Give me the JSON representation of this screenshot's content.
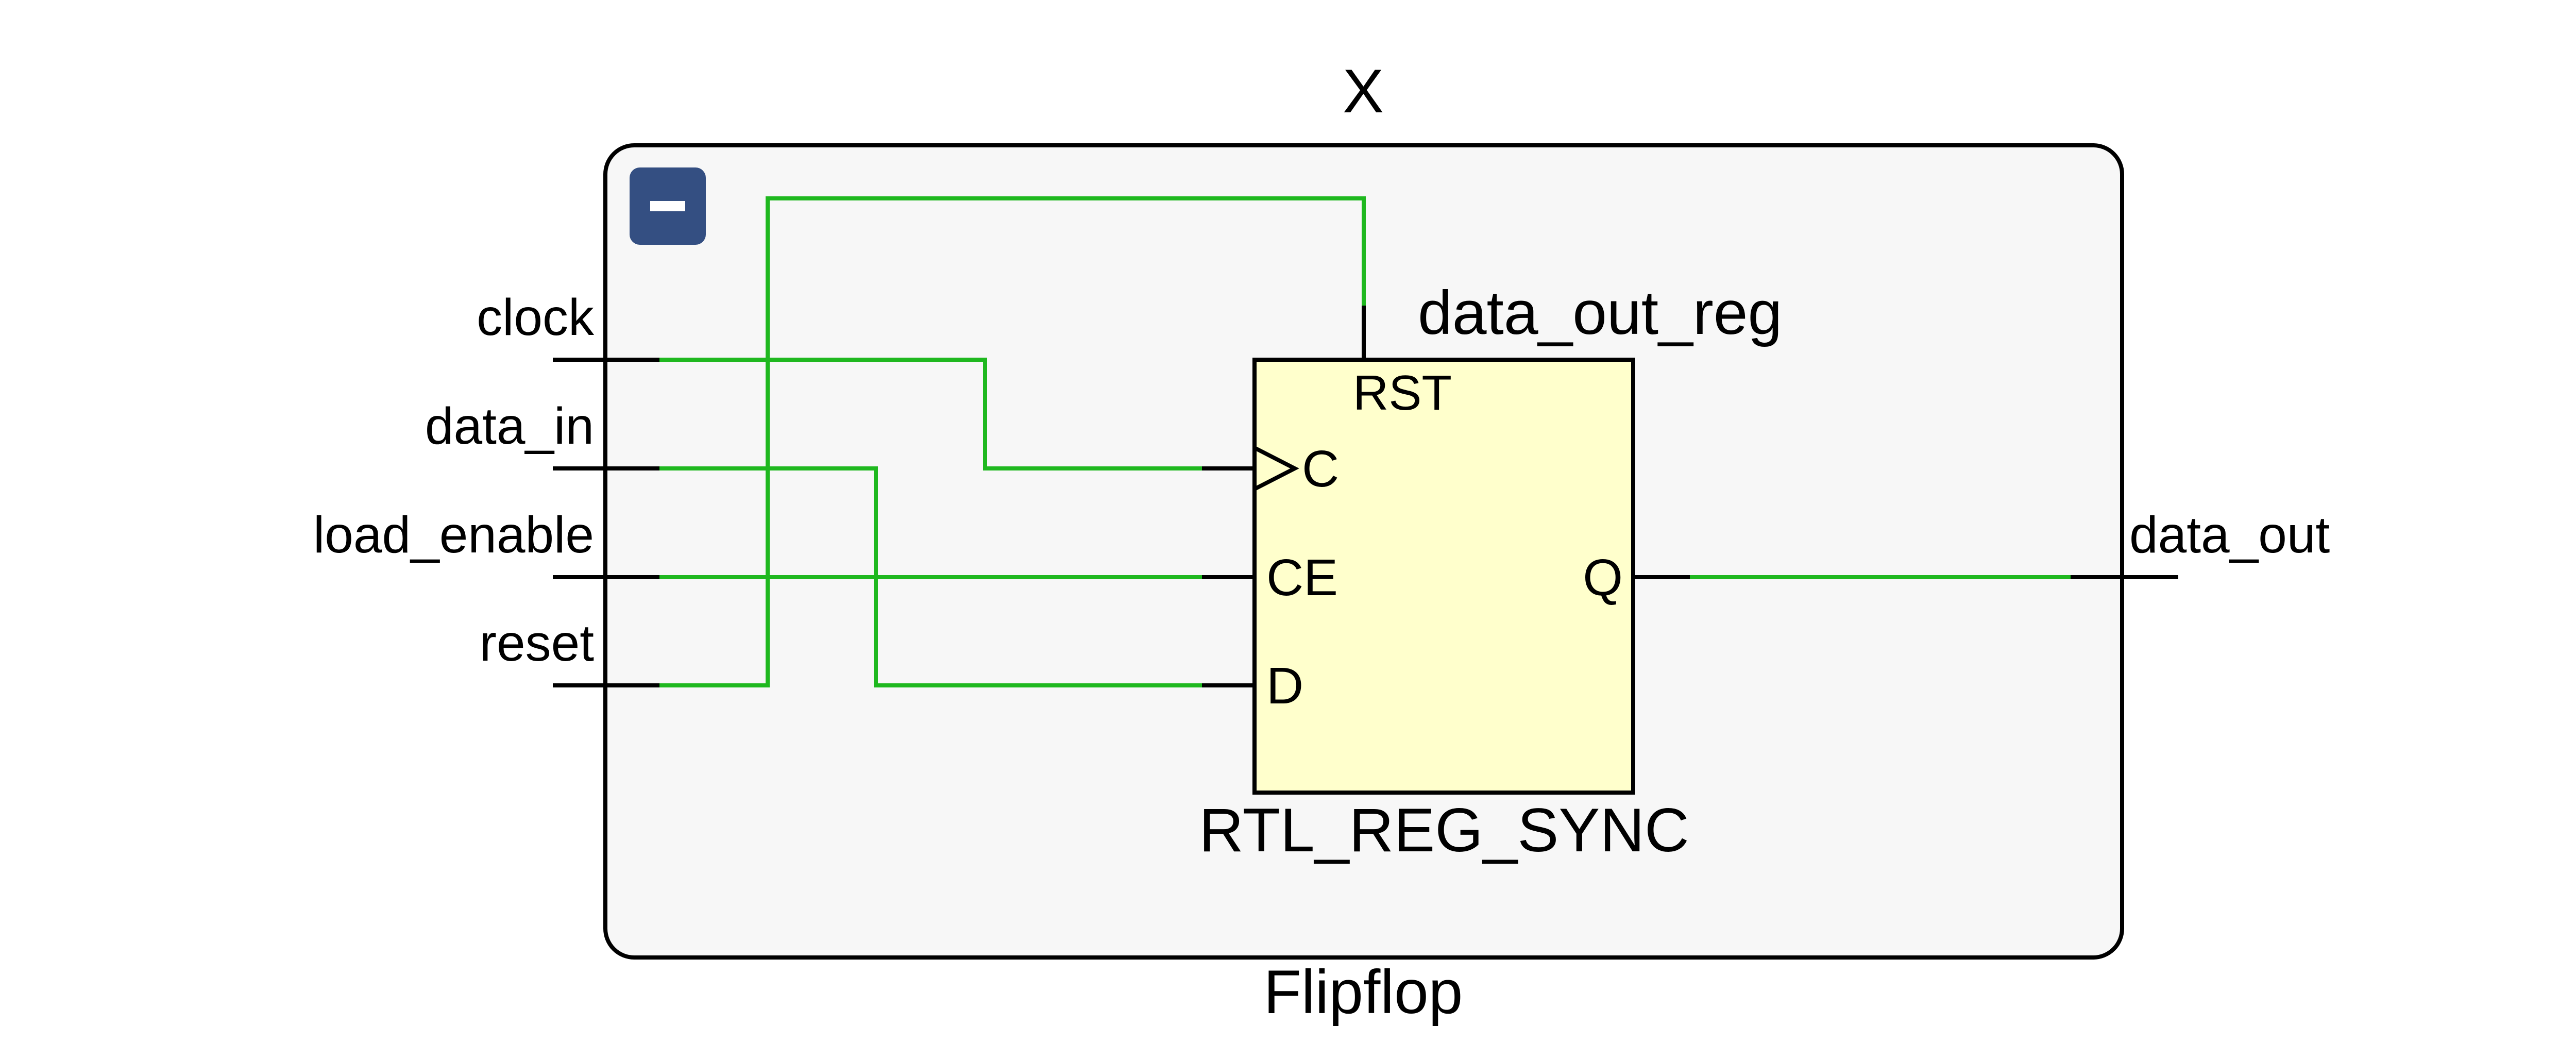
{
  "module": {
    "title": "X",
    "subtitle": "Flipflop",
    "collapse_icon": "minus-icon"
  },
  "ports": {
    "inputs": [
      "clock",
      "data_in",
      "load_enable",
      "reset"
    ],
    "output": "data_out"
  },
  "cell": {
    "instance_name": "data_out_reg",
    "type_name": "RTL_REG_SYNC",
    "pins": {
      "rst": "RST",
      "c": "C",
      "ce": "CE",
      "d": "D",
      "q": "Q"
    }
  },
  "colors": {
    "wire": "#1fb81f",
    "module_fill": "#f7f7f7",
    "cell_fill": "#ffffcc",
    "button": "#344f82",
    "line": "#000000"
  }
}
